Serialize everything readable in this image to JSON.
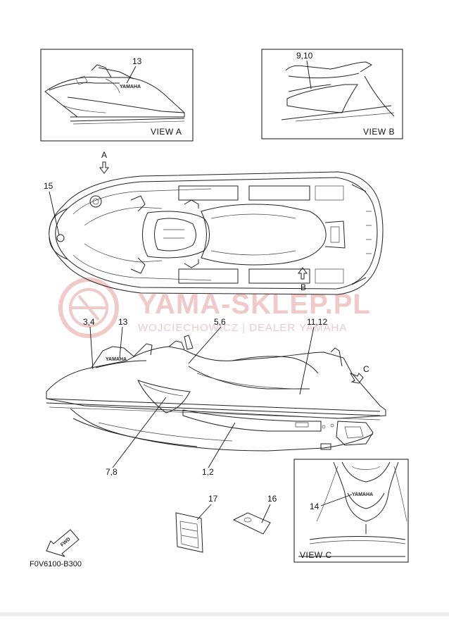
{
  "watermark": {
    "title": "YAMA-SKLEP.PL",
    "subtitle": "WOJCIECHOWICZ | DEALER YAMAHA"
  },
  "views": {
    "a": {
      "label": "VIEW A",
      "callout": "13"
    },
    "b": {
      "label": "VIEW B",
      "callout": "9,10"
    },
    "c": {
      "label": "VIEW C",
      "callout": "14"
    }
  },
  "arrows": {
    "a": "A",
    "b": "B",
    "c": "C"
  },
  "callouts": {
    "c15": "15",
    "c3_4": "3,4",
    "c13": "13",
    "c5_6": "5,6",
    "c11_12": "11,12",
    "c7_8": "7,8",
    "c1_2": "1,2",
    "c17": "17",
    "c16": "16"
  },
  "decal_text": {
    "yamaha_a": "YAMAHA",
    "yamaha_side": "YAMAHA",
    "yamaha_c": "YAMAHA",
    "fwd": "FWD"
  },
  "diagram_code": "F0V6100-B300",
  "colors": {
    "line": "#222222",
    "watermark": "#f1c9c9"
  }
}
